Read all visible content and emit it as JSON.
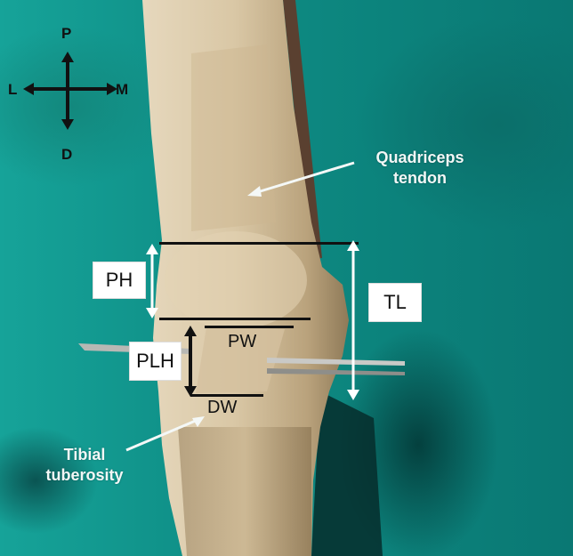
{
  "figure": {
    "type": "annotated anatomical photograph",
    "subject": "dissected knee, anterior view",
    "background_color": "#0e8c84",
    "specimen_color": "#d8c7a8"
  },
  "compass": {
    "up": "P",
    "down": "D",
    "left": "L",
    "right": "M"
  },
  "callouts": {
    "quadriceps": {
      "line1": "Quadriceps",
      "line2": "tendon"
    },
    "tibial": {
      "line1": "Tibial",
      "line2": "tuberosity"
    }
  },
  "measurements": {
    "ph": "PH",
    "tl": "TL",
    "plh": "PLH",
    "pw": "PW",
    "dw": "DW"
  }
}
